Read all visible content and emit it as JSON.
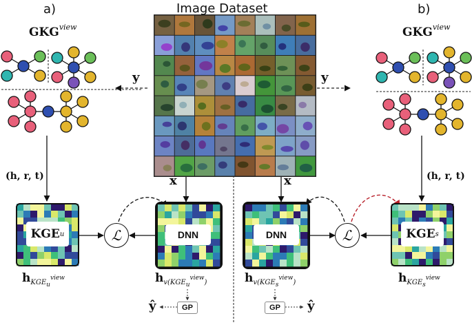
{
  "title": "Image Dataset",
  "panel_a": {
    "tag": "a)"
  },
  "panel_b": {
    "tag": "b)"
  },
  "gkg": {
    "base": "GKG",
    "sup": "view"
  },
  "y_label": "y",
  "x_label": "x",
  "hrt_label": "(h, r, t)",
  "kge_u": {
    "base": "KGE",
    "sub": "u"
  },
  "kge_s": {
    "base": "KGE",
    "sub": "s"
  },
  "dnn_label": "DNN",
  "loss_symbol": "ℒ",
  "gp_label": "GP",
  "yhat_label": "ŷ",
  "h_u": {
    "base": "h",
    "sub": "KGE",
    "subsub": "u",
    "subsup": "view"
  },
  "hv_u": {
    "base": "h",
    "sub": "v(KGE",
    "subsub": "u",
    "subsup": "view",
    "close": ")"
  },
  "hv_s": {
    "base": "h",
    "sub": "v(KGE",
    "subsub": "s",
    "subsup": "view",
    "close": ")"
  },
  "h_s": {
    "base": "h",
    "sub": "KGE",
    "subsub": "s",
    "subsup": "view"
  },
  "colors": {
    "node_pink": "#e8607a",
    "node_blue": "#2f4fb0",
    "node_yellow": "#e3b52d",
    "node_teal": "#2fb6b0",
    "node_green": "#6bbf59",
    "node_purple": "#7a52b8",
    "red_arrow": "#b8202a"
  }
}
